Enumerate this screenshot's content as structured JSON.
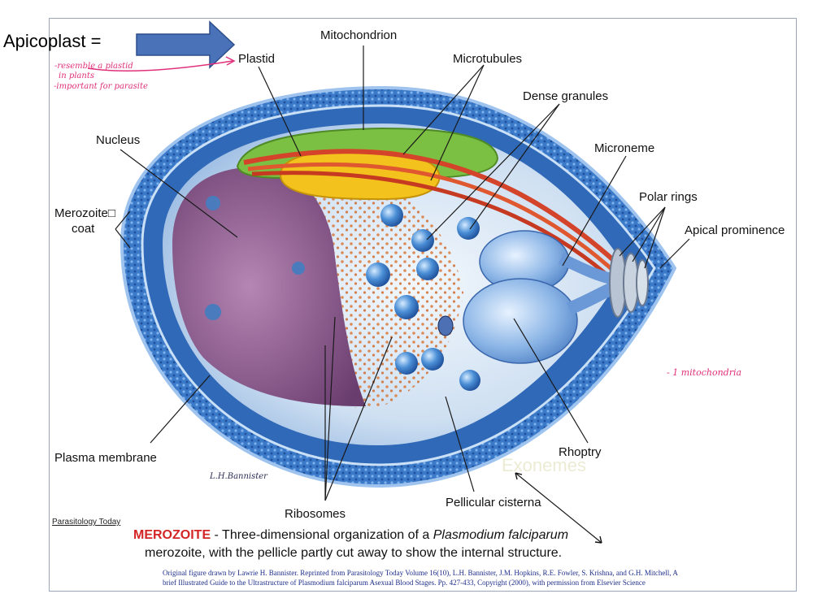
{
  "slide": {
    "title_note": "Apicoplast =",
    "handwritten": {
      "plastid_note_1": "-resemble a plastid",
      "plastid_note_2": "in plants",
      "plastid_note_3": "-important for parasite",
      "mito_note": "- 1 mitochondria"
    },
    "ghost_text": "Exonemes",
    "signature": "L.H.Bannister"
  },
  "labels": {
    "mitochondrion": "Mitochondrion",
    "plastid": "Plastid",
    "microtubules": "Microtubules",
    "dense_granules": "Dense granules",
    "nucleus": "Nucleus",
    "microneme": "Microneme",
    "merozoite_coat_1": "Merozoite□",
    "merozoite_coat_2": "coat",
    "polar_rings": "Polar rings",
    "apical_prominence": "Apical prominence",
    "plasma_membrane": "Plasma membrane",
    "rhoptry": "Rhoptry",
    "pellicular_cisterna": "Pellicular cisterna",
    "ribosomes": "Ribosomes"
  },
  "caption": {
    "source": "Parasitology Today",
    "bold_word": "MEROZOITE",
    "line1_rest_a": " - Three-dimensional organization of a ",
    "line1_italic": "Plasmodium falciparum",
    "line2": "merozoite, with the pellicle partly cut away to show the internal structure.",
    "credit_line1": "Original figure drawn by Lawrie H. Bannister. Reprinted from Parasitology Today Volume 16(10), L.H. Bannister, J.M. Hopkins, R.E. Fowler, S. Krishna, and G.H. Mitchell, A",
    "credit_line2": "brief Illustrated Guide to the Ultrastructure of Plasmodium falciparum Asexual Blood Stages. Pp. 427-433, Copyright (2000), with permission from Elsevier Science"
  },
  "colors": {
    "outer_coat": "#3b79c9",
    "cytoplasm": "#dbe9f5",
    "nucleus": "#8a4f88",
    "mitochondrion": "#7cc043",
    "plastid": "#f3c21c",
    "microtubules": "#d4442a",
    "rhoptry": "#6b98d6",
    "arrow_fill": "#4a72b8",
    "ribosome": "#d97a3a",
    "handwriting": "#e0307a"
  }
}
